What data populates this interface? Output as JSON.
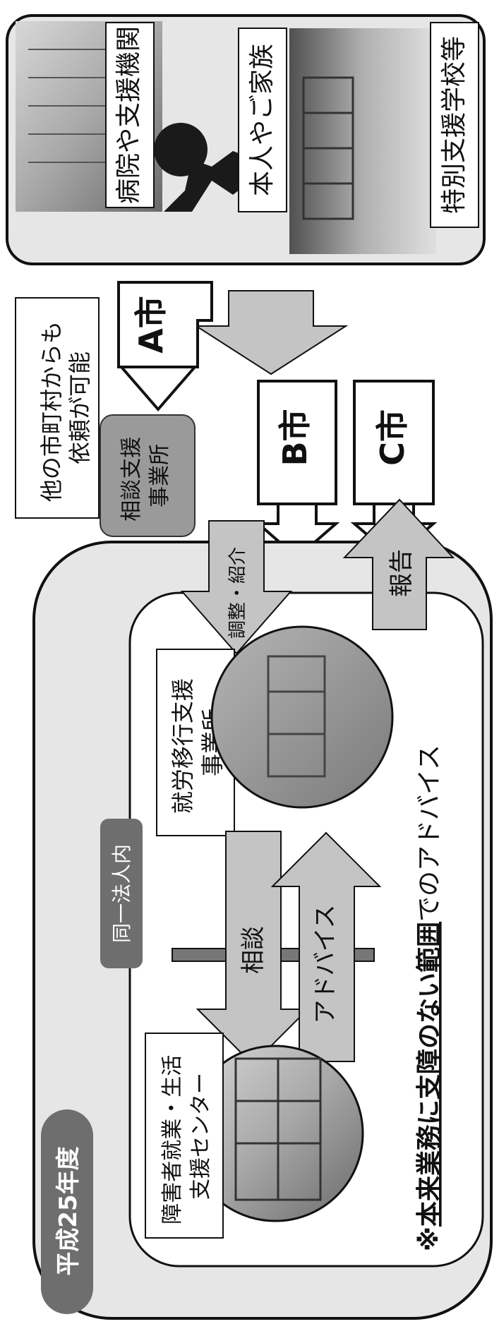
{
  "top_panel": {
    "hospital_label": "病院や支援機関",
    "family_label": "本人やご家族",
    "school_label": "特別支援学校等"
  },
  "other_cities_note": "他の市町村からも依頼が可能",
  "consult_office": "相談支援事業所",
  "cities": {
    "a": "A市",
    "b": "B市",
    "c": "C市"
  },
  "arrows": {
    "coordinate": "調整・紹介",
    "report": "報告",
    "consult": "相談",
    "advice": "アドバイス"
  },
  "main_panel": {
    "year_badge": "平成25年度",
    "same_corp": "同一法人内",
    "employment_office": "就労移行支援事業所",
    "life_center": "障害者就業・生活支援センター",
    "note_mark": "※",
    "note_underlined": "本来業務に支障のない範囲",
    "note_tail": "でのアドバイス"
  },
  "colors": {
    "panel_bg": "#e6e6e6",
    "arrow_fill": "#c4c4c4",
    "badge_fill": "#6e6e6e",
    "consult_office_fill": "#9a9a9a"
  }
}
